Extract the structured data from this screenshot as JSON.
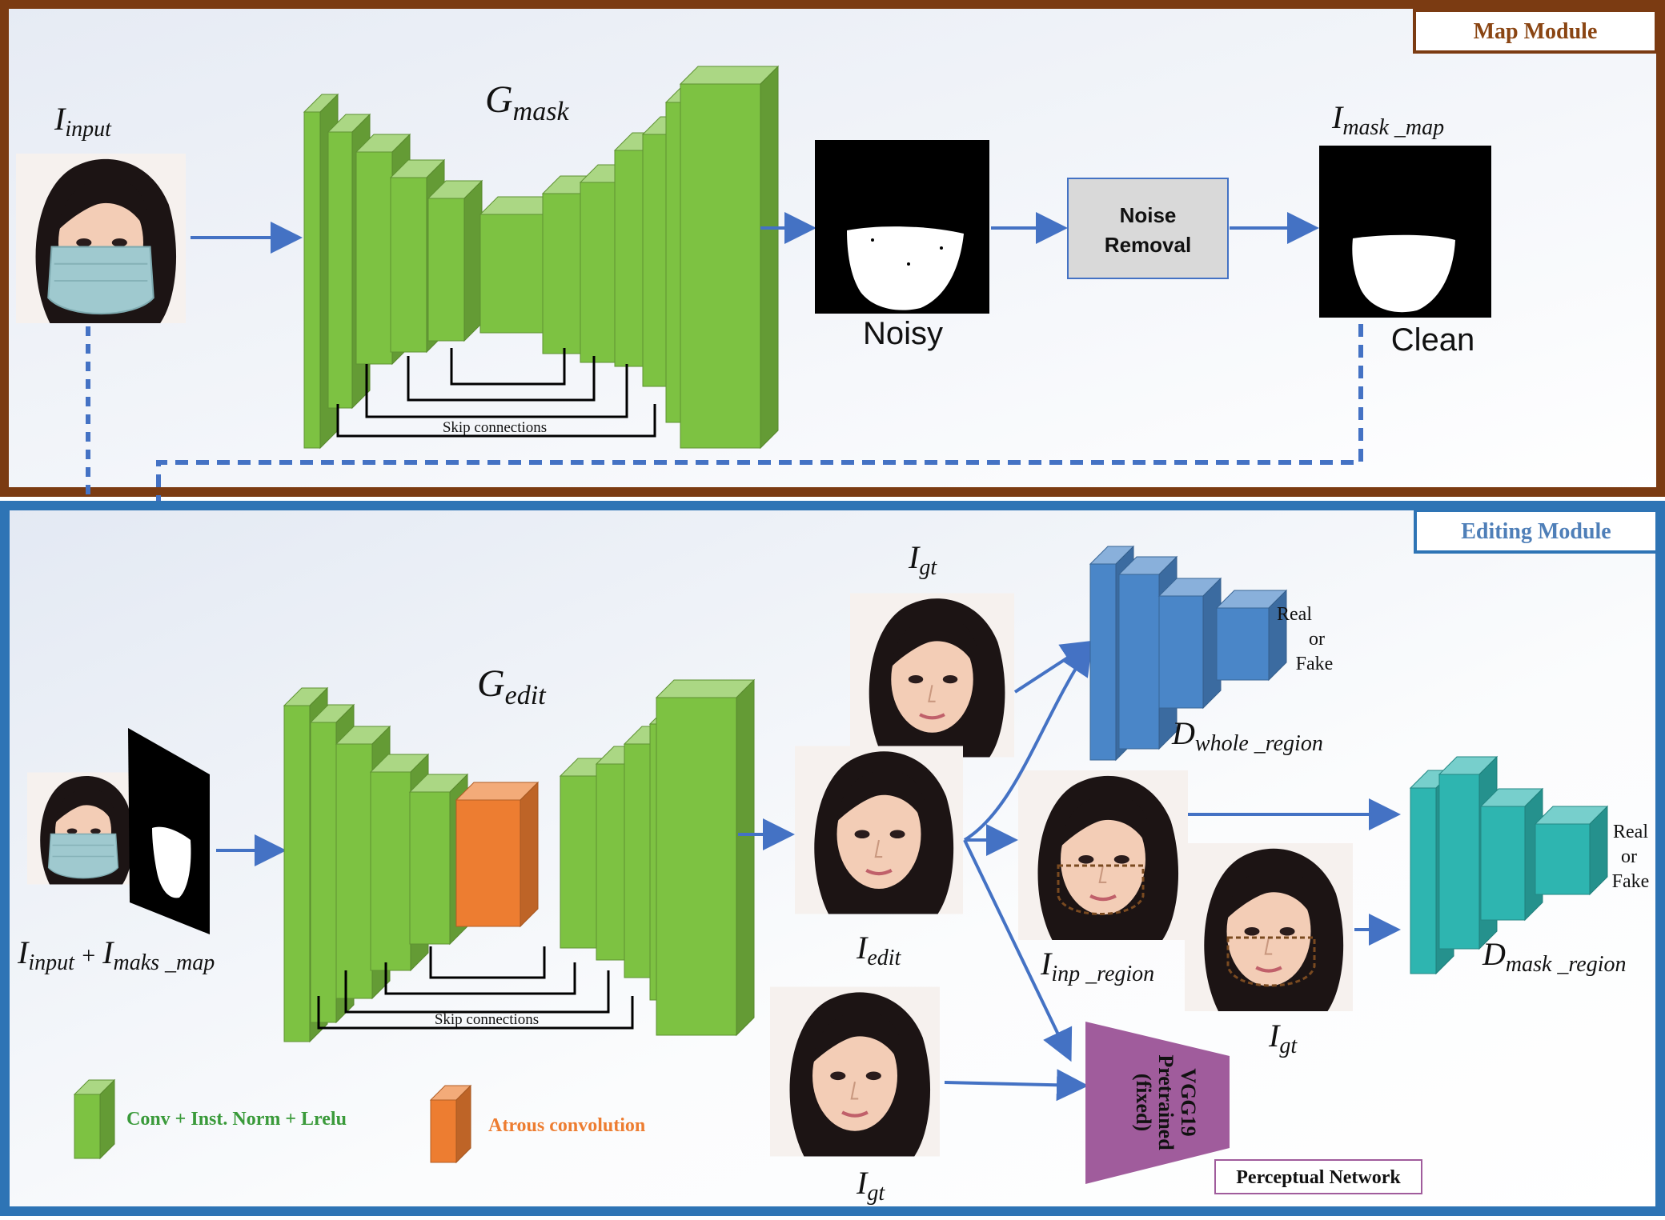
{
  "map_module": {
    "title": "Map  Module",
    "input_label": {
      "main": "I",
      "sub": "input"
    },
    "generator_label": {
      "main": "G",
      "sub": "mask"
    },
    "skip_label": "Skip connections",
    "noisy_label": "Noisy",
    "noise_removal_label": [
      "Noise",
      "Removal"
    ],
    "output_label": {
      "main": "I",
      "sub": "mask _map"
    },
    "clean_label": "Clean"
  },
  "editing_module": {
    "title": "Editing Module",
    "input_label": {
      "main1": "I",
      "sub1": "input",
      "plus": " + ",
      "main2": "I",
      "sub2": "maks _map"
    },
    "generator_label": {
      "main": "G",
      "sub": "edit"
    },
    "skip_label": "Skip connections",
    "gt_top_label": {
      "main": "I",
      "sub": "gt"
    },
    "edit_label": {
      "main": "I",
      "sub": "edit"
    },
    "inp_region_label": {
      "main": "I",
      "sub": "inp _region"
    },
    "gt_mid_label": {
      "main": "I",
      "sub": "gt"
    },
    "gt_bottom_label": {
      "main": "I",
      "sub": "gt"
    },
    "d_whole_label": {
      "main": "D",
      "sub": "whole _region"
    },
    "d_mask_label": {
      "main": "D",
      "sub": "mask _region"
    },
    "real_fake_1": [
      "Real",
      "or",
      "Fake"
    ],
    "real_fake_2": [
      "Real",
      "or",
      "Fake"
    ],
    "vgg_label": [
      "VGG19",
      "Pretrained",
      "(fixed)"
    ],
    "perceptual_label": "Perceptual Network"
  },
  "legend": {
    "conv_label": "Conv + Inst. Norm + Lrelu",
    "atrous_label": "Atrous convolution"
  },
  "colors": {
    "map_border": "#7b3b12",
    "edit_border": "#2e74b5",
    "green_face": "#7dc242",
    "orange": "#ed7d31",
    "blue_disc": "#4a86c8",
    "teal_disc": "#2eb5b0",
    "arrow": "#4472c4",
    "vgg": "#a05c9c"
  }
}
